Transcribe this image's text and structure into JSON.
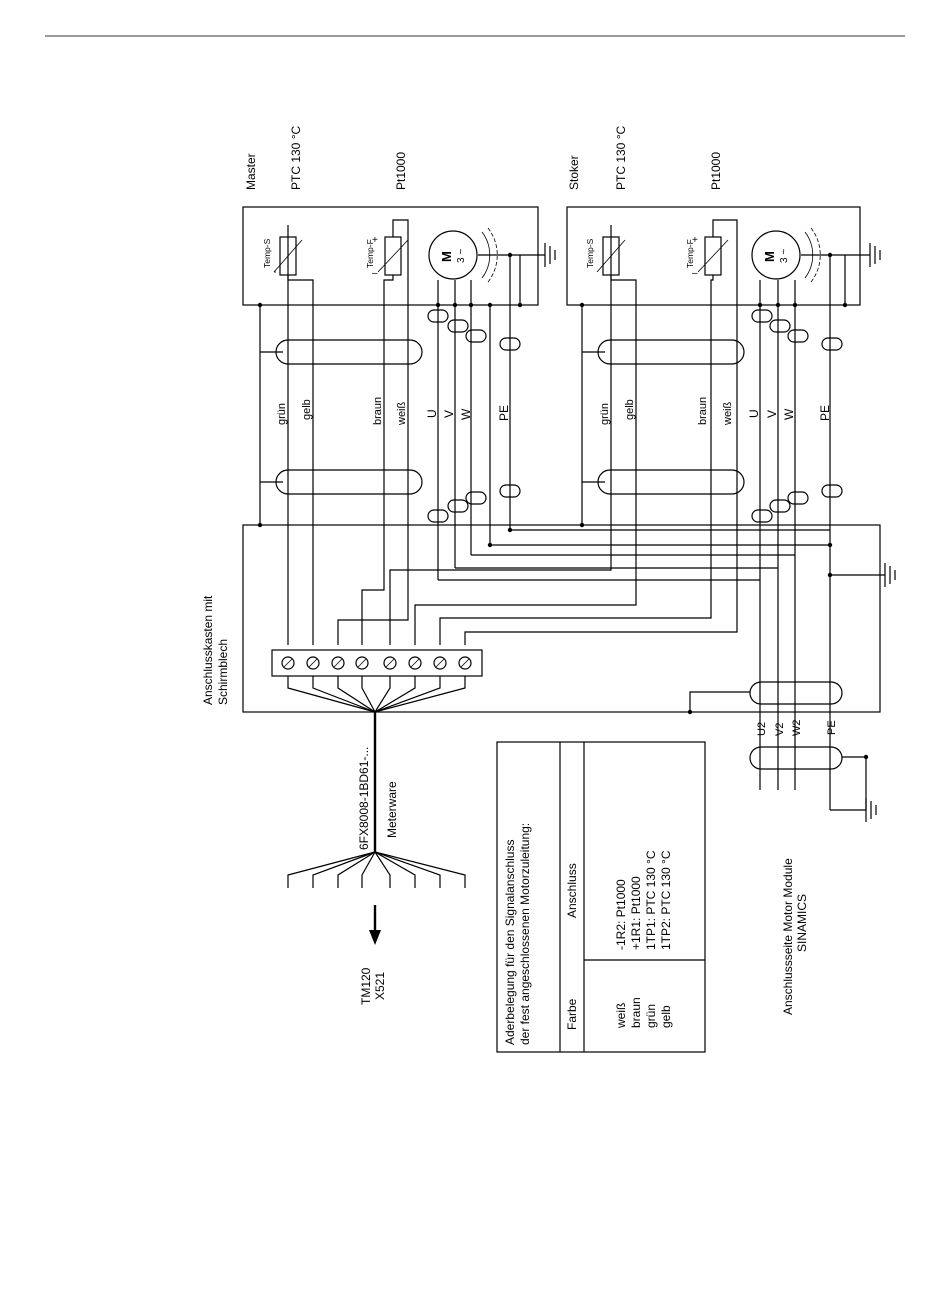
{
  "motors": [
    {
      "name": "Master",
      "ptc_label": "PTC 130 °C",
      "pt_label": "Pt1000",
      "temp_s": "Temp-S",
      "temp_f": "Temp-F",
      "motor_symbol": "M",
      "motor_phase": "3 ~"
    },
    {
      "name": "Stoker",
      "ptc_label": "PTC 130 °C",
      "pt_label": "Pt1000",
      "temp_s": "Temp-S",
      "temp_f": "Temp-F",
      "motor_symbol": "M",
      "motor_phase": "3 ~"
    }
  ],
  "wire_labels": [
    "grün",
    "gelb",
    "braun",
    "weiß",
    "U",
    "V",
    "W",
    "PE"
  ],
  "terminal_box": {
    "label_line1": "Anschlusskasten mit",
    "label_line2": "Schirmblech"
  },
  "cable": {
    "part_number": "6FX8008-1BD61-...",
    "type": "Meterware"
  },
  "destination": {
    "line1": "TM120",
    "line2": "X521"
  },
  "module_outputs": [
    "U2",
    "V2",
    "W2",
    "PE"
  ],
  "module_side": {
    "line1": "Anschlussseite Motor Module",
    "line2": "SINAMICS"
  },
  "table": {
    "title_line1": "Aderbelegung für den Signalanschluss",
    "title_line2": "der fest angeschlossenen Motorzuleitung:",
    "col_farbe": "Farbe",
    "col_anschluss": "Anschluss",
    "rows": [
      {
        "farbe": "weiß",
        "anschluss": "-1R2: Pt1000"
      },
      {
        "farbe": "braun",
        "anschluss": "+1R1: Pt1000"
      },
      {
        "farbe": "grün",
        "anschluss": "1TP1:  PTC 130 °C"
      },
      {
        "farbe": "gelb",
        "anschluss": "1TP2:  PTC 130 °C"
      }
    ]
  },
  "colors": {
    "ink": "#000000",
    "paper": "#ffffff",
    "rule": "#333333"
  }
}
